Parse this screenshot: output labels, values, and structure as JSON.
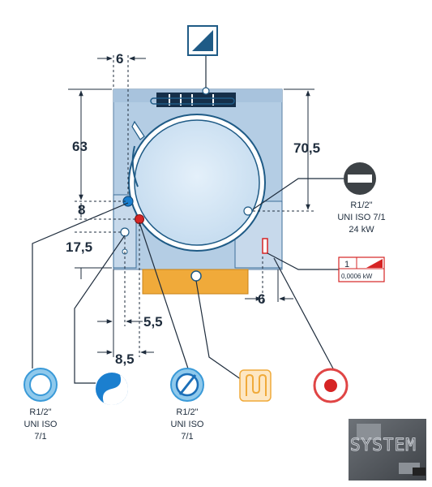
{
  "dimensions": {
    "top_offset": "6",
    "left_height": "63",
    "right_height": "70,5",
    "pitch_small": "8",
    "pitch_large": "17,5",
    "side_offset": "6",
    "bottom_small": "5,5",
    "bottom_large": "8,5"
  },
  "connections": {
    "gas_spec": [
      "R1/2\"",
      "UNI ISO 7/1",
      "24 kW"
    ],
    "electric_spec": [
      "1",
      "0,0006 kW"
    ],
    "cold_water_spec": [
      "R1/2\"",
      "UNI ISO",
      "7/1"
    ],
    "soft_water_spec": [
      "R1/2\"",
      "UNI ISO",
      "7/1"
    ]
  },
  "icons": {
    "top": "steam-exhaust-icon",
    "gas": "gas-inlet-icon",
    "electric": "electric-connection-icon",
    "cold_water": "cold-water-icon",
    "hot_water": "hot-water-icon",
    "soft_water": "softened-water-icon",
    "drain": "drain-icon",
    "safety": "safety-valve-icon"
  },
  "logo": {
    "text": "SYSTEM"
  },
  "colors": {
    "body": "#b4cde4",
    "panel": "#c7d9eb",
    "drawer": "#f0aa3a",
    "outline": "#1f5b86",
    "dim_text": "#1f2d3d",
    "red": "#d62424"
  }
}
